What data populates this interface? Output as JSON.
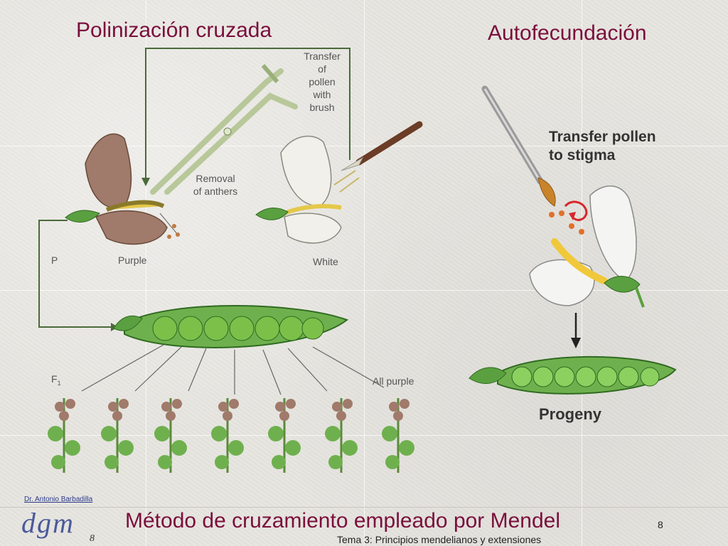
{
  "titles": {
    "cross": "Polinización cruzada",
    "self": "Autofecundación"
  },
  "labels": {
    "transfer_brush": [
      "Transfer",
      "of",
      "pollen",
      "with",
      "brush"
    ],
    "removal": [
      "Removal",
      "of anthers"
    ],
    "p": "P",
    "purple": "Purple",
    "white": "White",
    "f1": "F",
    "f1_sub": "1",
    "all_purple": "All purple",
    "transfer_stigma": [
      "Transfer pollen",
      "to stigma"
    ],
    "progeny": "Progeny"
  },
  "footer": {
    "author": "Dr. Antonio Barbadilla",
    "logo": "dgm",
    "title": "Método de cruzamiento empleado por Mendel",
    "page": "8",
    "page_small": "8",
    "subtitle": "Tema 3: Principios mendelianos y extensiones"
  },
  "colors": {
    "title": "#7a0f3c",
    "pod": "#5aa040",
    "pea": "#7cc04a",
    "purple_petal": "#a07a6a",
    "arrow_red": "#d8262a"
  }
}
